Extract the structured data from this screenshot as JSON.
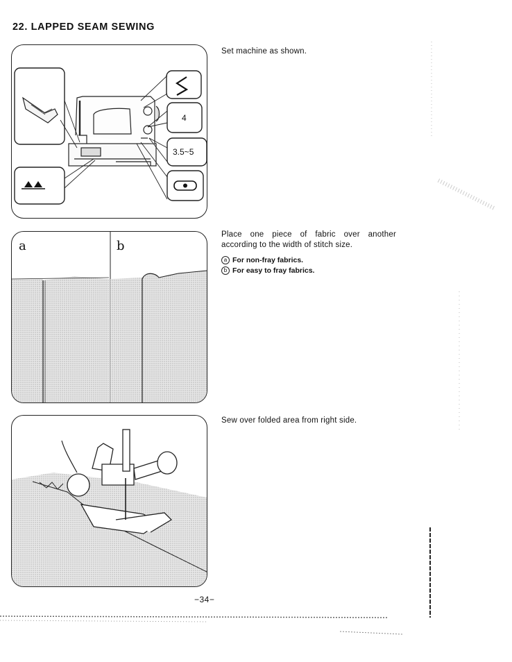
{
  "section_title": "22. LAPPED SEAM SEWING",
  "steps": [
    {
      "text": "Set machine as shown."
    },
    {
      "text": "Place one piece of fabric over another according to the width of stitch size."
    },
    {
      "text": "Sew over folded area from right side."
    }
  ],
  "notes": [
    {
      "marker": "a",
      "text": "For non-fray fabrics."
    },
    {
      "marker": "b",
      "text": "For easy to fray fabrics."
    }
  ],
  "machine_settings": {
    "stitch_length": "4",
    "stitch_width": "3.5~5"
  },
  "fabric_labels": [
    "a",
    "b"
  ],
  "page_number": "−34−",
  "icons": [
    "presser-foot-icon",
    "feed-dog-icon",
    "zigzag-pattern-icon",
    "needle-position-icon"
  ]
}
